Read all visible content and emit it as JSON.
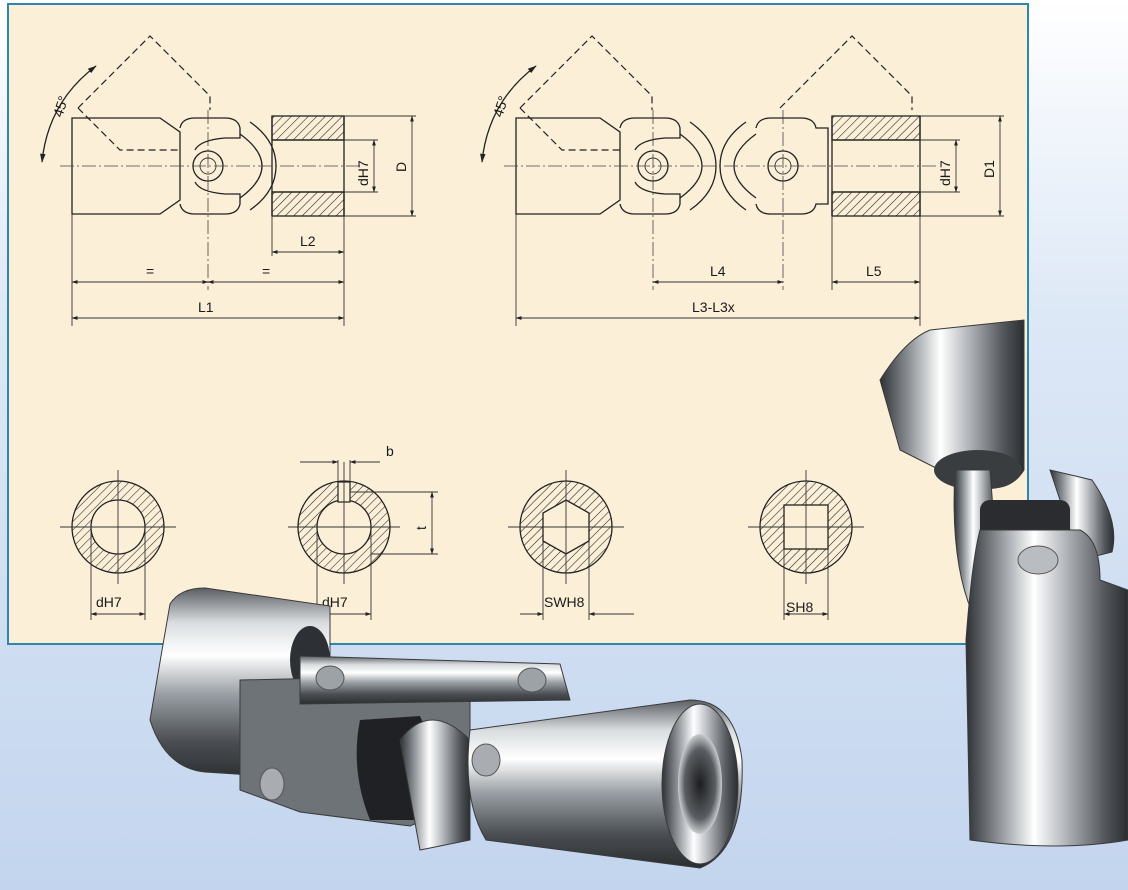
{
  "diagram": {
    "labels": {
      "angle_single": "45°",
      "angle_double": "45°",
      "bore_tol": "dH7",
      "outer_d": "D",
      "l2": "L2",
      "equal_left": "=",
      "equal_right": "=",
      "l1": "L1",
      "bore_tol_double": "dH7",
      "outer_d1": "D1",
      "l4": "L4",
      "l5": "L5",
      "l3": "L3-L3x"
    },
    "sections": [
      {
        "label": "dH7",
        "bore": "round"
      },
      {
        "label": "dH7",
        "bore": "keyway",
        "key_width": "b",
        "key_depth": "t"
      },
      {
        "label": "SWH8",
        "bore": "hexagon"
      },
      {
        "label": "SH8",
        "bore": "square"
      }
    ]
  },
  "colors": {
    "panel_background": "#fbefd8",
    "panel_border": "#2c86ad",
    "page_background": "#c3d5ee"
  }
}
